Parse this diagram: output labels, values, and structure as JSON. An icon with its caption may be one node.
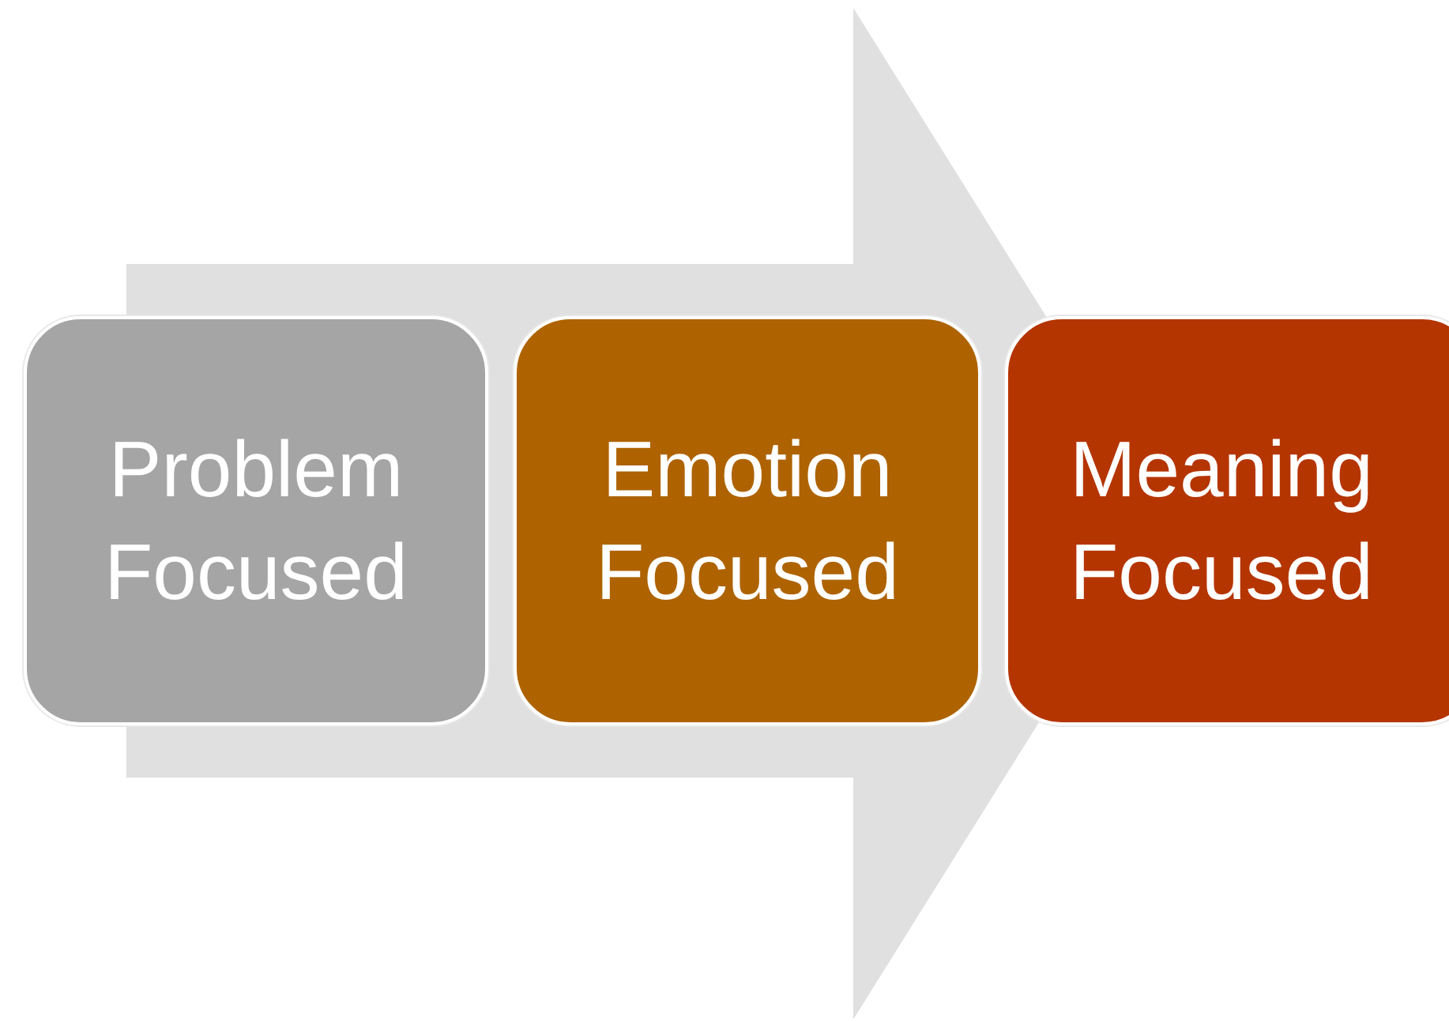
{
  "diagram": {
    "nodes": [
      {
        "text": [
          "Problem Focused"
        ]
      },
      {
        "text": [
          "Emotion Focused"
        ]
      },
      {
        "text": [
          "Meaning Focused"
        ]
      }
    ],
    "edges": [
      {
        "from": 0,
        "to": 2,
        "arrow": "to"
      }
    ]
  }
}
